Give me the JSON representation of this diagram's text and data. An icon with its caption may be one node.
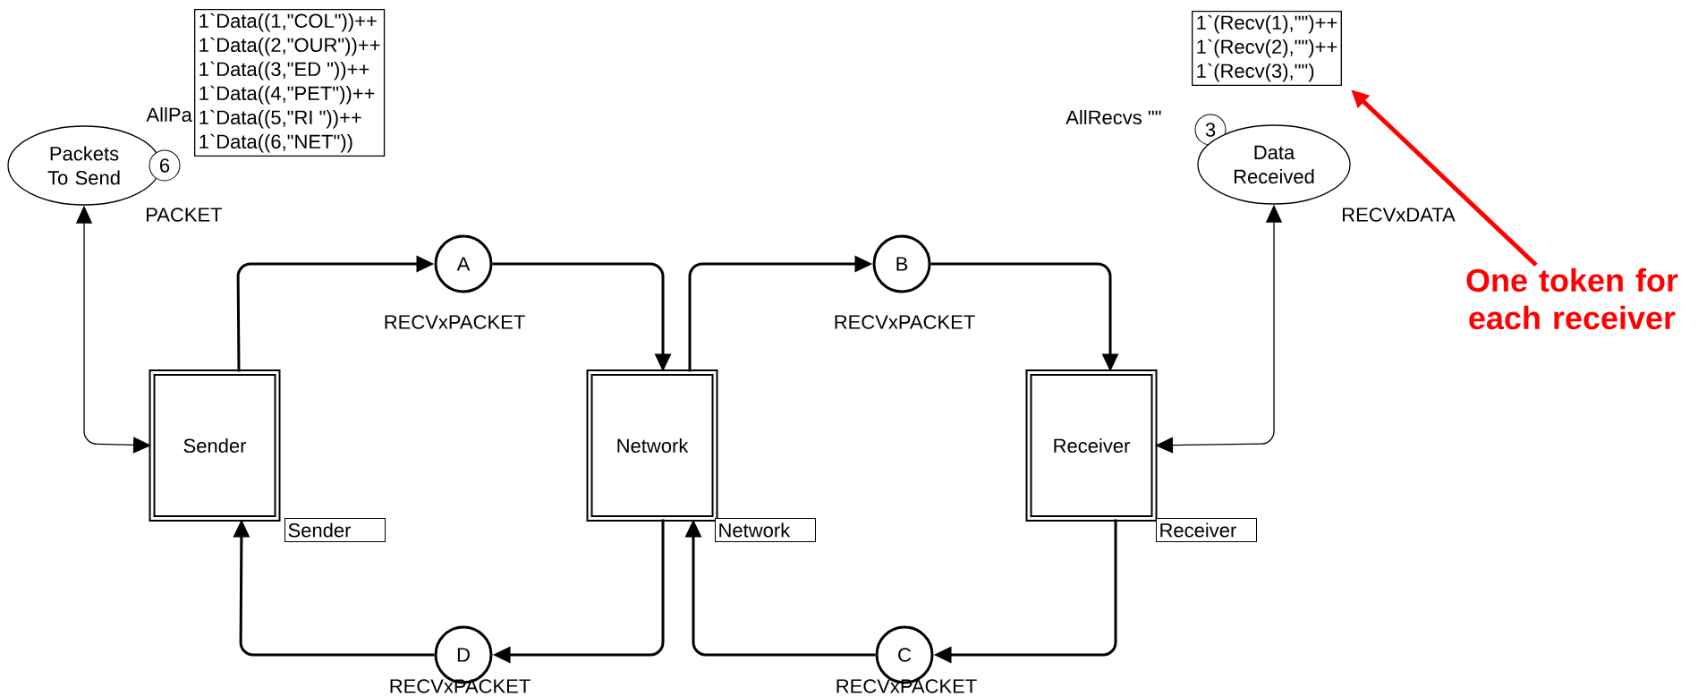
{
  "diagram": {
    "nodes": [
      {
        "text": [
          "Packets To Send"
        ],
        "beside": [
          "AllPa",
          "PACKET"
        ]
      },
      {
        "text": [
          "6"
        ]
      },
      {
        "text": [
          "1`Data((1,\"COL\"))++",
          "1`Data((2,\"OUR\"))++",
          "1`Data((3,\"ED \"))++",
          "1`Data((4,\"PET\"))++",
          "1`Data((5,\"RI  \"))++",
          "1`Data((6,\"NET\"))"
        ]
      },
      {
        "text": [
          "1`(Recv(1),\"\")++",
          "1`(Recv(2),\"\")++",
          "1`(Recv(3),\"\")"
        ]
      },
      {
        "text": [
          "3"
        ]
      },
      {
        "text": [
          "Data Received"
        ],
        "beside": [
          "AllRecvs \"\"",
          "RECVxDATA"
        ]
      },
      {
        "text": [
          "One token for each receiver"
        ]
      },
      {
        "text": [
          "A"
        ],
        "beside": [
          "RECVxPACKET"
        ]
      },
      {
        "text": [
          "B"
        ],
        "beside": [
          "RECVxPACKET"
        ]
      },
      {
        "text": [
          "Sender"
        ]
      },
      {
        "text": [
          "Network"
        ]
      },
      {
        "text": [
          "Receiver"
        ]
      },
      {
        "text": [
          "Sender"
        ]
      },
      {
        "text": [
          "Network"
        ]
      },
      {
        "text": [
          "Receiver"
        ]
      },
      {
        "text": [
          "D"
        ],
        "beside": [
          "RECVxPACKET"
        ]
      },
      {
        "text": [
          "C"
        ],
        "beside": [
          "RECVxPACKET"
        ]
      }
    ],
    "edges": [
      {
        "from": 9,
        "to": 7,
        "arrow": "to"
      },
      {
        "from": 7,
        "to": 10,
        "arrow": "to"
      },
      {
        "from": 10,
        "to": 8,
        "arrow": "to"
      },
      {
        "from": 8,
        "to": 11,
        "arrow": "to"
      },
      {
        "from": 11,
        "to": 16,
        "arrow": "to"
      },
      {
        "from": 16,
        "to": 10,
        "arrow": "to"
      },
      {
        "from": 10,
        "to": 15,
        "arrow": "to"
      },
      {
        "from": 15,
        "to": 9,
        "arrow": "to"
      },
      {
        "from": 0,
        "to": 9,
        "arrow": "both"
      },
      {
        "from": 5,
        "to": 11,
        "arrow": "both"
      },
      {
        "from": 6,
        "to": 3,
        "arrow": "to",
        "color": "#ff0000"
      }
    ]
  }
}
